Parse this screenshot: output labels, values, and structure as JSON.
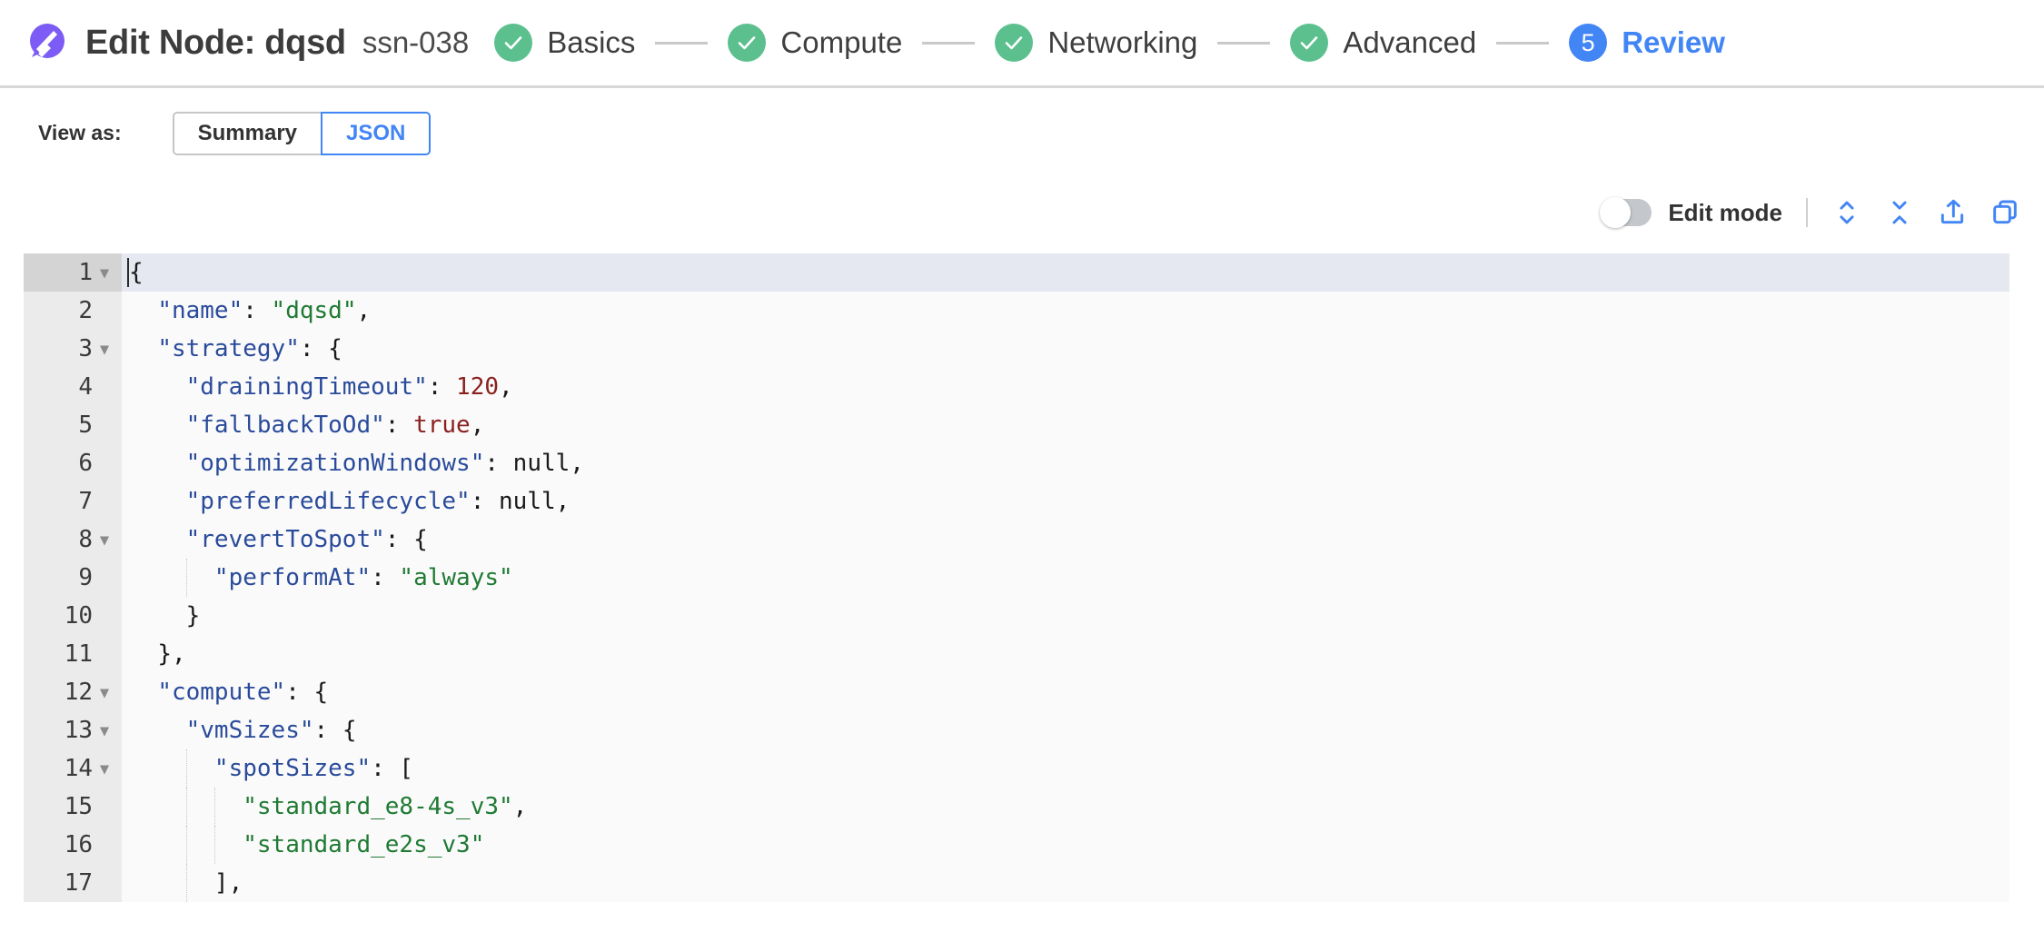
{
  "header": {
    "logo_icon": "rocket-logo-icon",
    "logo_color": "#7c5cf5",
    "title": "Edit Node: dqsd",
    "subtitle": "ssn-038",
    "stepper": [
      {
        "num": "1",
        "label": "Basics",
        "state": "done",
        "icon": "check-icon"
      },
      {
        "num": "2",
        "label": "Compute",
        "state": "done",
        "icon": "check-icon"
      },
      {
        "num": "3",
        "label": "Networking",
        "state": "done",
        "icon": "check-icon"
      },
      {
        "num": "4",
        "label": "Advanced",
        "state": "done",
        "icon": "check-icon"
      },
      {
        "num": "5",
        "label": "Review",
        "state": "active",
        "icon": ""
      }
    ],
    "done_color": "#5cc08e",
    "active_color": "#4285f4"
  },
  "viewas": {
    "label": "View as:",
    "options": [
      {
        "label": "Summary",
        "selected": false
      },
      {
        "label": "JSON",
        "selected": true
      }
    ]
  },
  "toolbar": {
    "edit_mode_label": "Edit mode",
    "edit_mode_on": false,
    "icons": [
      {
        "name": "expand-all-icon",
        "title": "Expand all"
      },
      {
        "name": "collapse-all-icon",
        "title": "Collapse all"
      },
      {
        "name": "export-icon",
        "title": "Export"
      },
      {
        "name": "copy-icon",
        "title": "Copy"
      }
    ],
    "icon_color": "#4285f4"
  },
  "editor": {
    "active_line": 1,
    "lines": [
      {
        "n": "1",
        "fold": true,
        "indent": 0,
        "tokens": [
          {
            "t": "punc",
            "v": "{"
          }
        ]
      },
      {
        "n": "2",
        "fold": false,
        "indent": 1,
        "tokens": [
          {
            "t": "key",
            "v": "\"name\""
          },
          {
            "t": "punc",
            "v": ": "
          },
          {
            "t": "str",
            "v": "\"dqsd\""
          },
          {
            "t": "punc",
            "v": ","
          }
        ]
      },
      {
        "n": "3",
        "fold": true,
        "indent": 1,
        "tokens": [
          {
            "t": "key",
            "v": "\"strategy\""
          },
          {
            "t": "punc",
            "v": ": {"
          }
        ]
      },
      {
        "n": "4",
        "fold": false,
        "indent": 2,
        "tokens": [
          {
            "t": "key",
            "v": "\"drainingTimeout\""
          },
          {
            "t": "punc",
            "v": ": "
          },
          {
            "t": "num",
            "v": "120"
          },
          {
            "t": "punc",
            "v": ","
          }
        ]
      },
      {
        "n": "5",
        "fold": false,
        "indent": 2,
        "tokens": [
          {
            "t": "key",
            "v": "\"fallbackToOd\""
          },
          {
            "t": "punc",
            "v": ": "
          },
          {
            "t": "bool",
            "v": "true"
          },
          {
            "t": "punc",
            "v": ","
          }
        ]
      },
      {
        "n": "6",
        "fold": false,
        "indent": 2,
        "tokens": [
          {
            "t": "key",
            "v": "\"optimizationWindows\""
          },
          {
            "t": "punc",
            "v": ": "
          },
          {
            "t": "null",
            "v": "null"
          },
          {
            "t": "punc",
            "v": ","
          }
        ]
      },
      {
        "n": "7",
        "fold": false,
        "indent": 2,
        "tokens": [
          {
            "t": "key",
            "v": "\"preferredLifecycle\""
          },
          {
            "t": "punc",
            "v": ": "
          },
          {
            "t": "null",
            "v": "null"
          },
          {
            "t": "punc",
            "v": ","
          }
        ]
      },
      {
        "n": "8",
        "fold": true,
        "indent": 2,
        "tokens": [
          {
            "t": "key",
            "v": "\"revertToSpot\""
          },
          {
            "t": "punc",
            "v": ": {"
          }
        ]
      },
      {
        "n": "9",
        "fold": false,
        "indent": 3,
        "tokens": [
          {
            "t": "key",
            "v": "\"performAt\""
          },
          {
            "t": "punc",
            "v": ": "
          },
          {
            "t": "str",
            "v": "\"always\""
          }
        ]
      },
      {
        "n": "10",
        "fold": false,
        "indent": 2,
        "tokens": [
          {
            "t": "punc",
            "v": "}"
          }
        ]
      },
      {
        "n": "11",
        "fold": false,
        "indent": 1,
        "tokens": [
          {
            "t": "punc",
            "v": "},"
          }
        ]
      },
      {
        "n": "12",
        "fold": true,
        "indent": 1,
        "tokens": [
          {
            "t": "key",
            "v": "\"compute\""
          },
          {
            "t": "punc",
            "v": ": {"
          }
        ]
      },
      {
        "n": "13",
        "fold": true,
        "indent": 2,
        "tokens": [
          {
            "t": "key",
            "v": "\"vmSizes\""
          },
          {
            "t": "punc",
            "v": ": {"
          }
        ]
      },
      {
        "n": "14",
        "fold": true,
        "indent": 3,
        "tokens": [
          {
            "t": "key",
            "v": "\"spotSizes\""
          },
          {
            "t": "punc",
            "v": ": ["
          }
        ]
      },
      {
        "n": "15",
        "fold": false,
        "indent": 4,
        "tokens": [
          {
            "t": "str",
            "v": "\"standard_e8-4s_v3\""
          },
          {
            "t": "punc",
            "v": ","
          }
        ]
      },
      {
        "n": "16",
        "fold": false,
        "indent": 4,
        "tokens": [
          {
            "t": "str",
            "v": "\"standard_e2s_v3\""
          }
        ]
      },
      {
        "n": "17",
        "fold": false,
        "indent": 3,
        "tokens": [
          {
            "t": "punc",
            "v": "],"
          }
        ]
      }
    ]
  }
}
